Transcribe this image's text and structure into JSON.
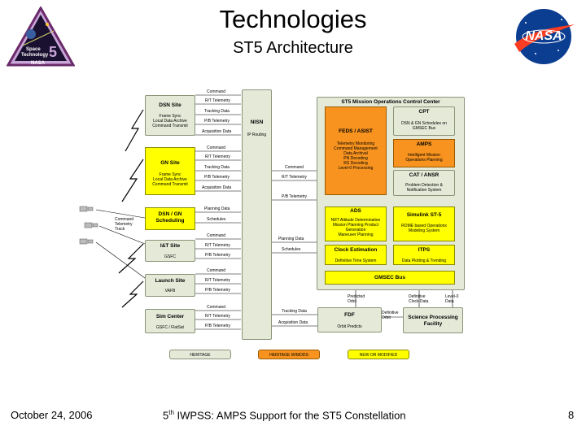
{
  "slide": {
    "title": "Technologies",
    "subtitle": "ST5 Architecture",
    "date": "October 24, 2006",
    "footer_sup": "th",
    "footer_num": "5",
    "footer_text": " IWPSS: AMPS Support for the ST5 Constellation",
    "page_number": "8"
  },
  "logos": {
    "st5_line1": "Space",
    "st5_line2": "Technology",
    "st5_number": "5",
    "st5_agency": "NASA",
    "nasa_text": "NASA"
  },
  "ground": {
    "dsn_site": {
      "title": "DSN Site",
      "lines": [
        "Frame Sync",
        "Local Data Archive",
        "Command Transmit"
      ]
    },
    "gn_site": {
      "title": "GN  Site",
      "lines": [
        "Frame Sync",
        "Local Data Archive",
        "Command Transmit"
      ]
    },
    "dsn_gn_sched": {
      "title": "DSN / GN Scheduling"
    },
    "it_site": {
      "title": "I&T Site",
      "sub": "GSFC"
    },
    "launch_site": {
      "title": "Launch Site",
      "sub": "VAFB"
    },
    "sim_center": {
      "title": "Sim Center",
      "sub": "GSFC / FlatSat"
    }
  },
  "flows": {
    "dsn": [
      "Command",
      "R/T Telemetry",
      "Tracking Data",
      "P/B Telemetry",
      "Acquisition Data"
    ],
    "gn": [
      "Command",
      "R/T Telemetry",
      "Tracking Data",
      "P/B Telemetry",
      "Acquisition Data"
    ],
    "sched": [
      "Planning Data",
      "Schedules",
      "Command"
    ],
    "it": [
      "R/T Telemetry",
      "P/B Telemetry"
    ],
    "launch": [
      "Command",
      "R/T Telemetry",
      "P/B Telemetry"
    ],
    "sim": [
      "Command",
      "R/T Telemetry",
      "P/B Telemetry"
    ],
    "cmd_telemetry_track": "Command\nTelemetry\nTrack",
    "nisn_right": [
      "Command",
      "R/T Telemetry",
      "P/B Telemetry"
    ],
    "nisn_planning": "Planning Data",
    "nisn_schedules": "Schedules",
    "fdf_tracking": "Tracking Data",
    "fdf_acq": "Acquisition Data",
    "predicted_orbit": "Predicted\nOrbit",
    "definitive_clock": "Definitive\nClock Data",
    "level0": "Level-0\nData",
    "definitive_orbit": "Definitive\nOrbit"
  },
  "nisn": {
    "title": "NISN",
    "sub": "IP Routing"
  },
  "moc": {
    "title": "ST5 Mission Operations Control Center",
    "feds": {
      "title": "FEDS / ASIST",
      "lines": [
        "Telemetry Monitoring",
        "Command Management",
        "Data Archival",
        "PN Decoding",
        "RS Decoding",
        "Level-0 Processing"
      ]
    },
    "cpt": {
      "title": "CPT",
      "lines": [
        "DSN & GN Schedules on",
        "GMSEC Bus"
      ]
    },
    "amps": {
      "title": "AMPS",
      "lines": [
        "Intelligent Mission",
        "Operations Planning"
      ]
    },
    "cat": {
      "title": "CAT / ANSR",
      "lines": [
        "Problem Detection &",
        "Notification System"
      ]
    },
    "ads": {
      "title": "ADS",
      "lines": [
        "NRT Attitude Determination",
        "Mission Planning Product",
        "Generation",
        "Maneuver Planning"
      ]
    },
    "simulink": {
      "title": "Simulink ST-5",
      "lines": [
        "ROME based Operations",
        "Modeling System"
      ]
    },
    "clock": {
      "title": "Clock Estimation",
      "lines": [
        "Definitive Time System"
      ]
    },
    "itps": {
      "title": "ITPS",
      "lines": [
        "Data Plotting & Trending"
      ]
    },
    "gmsec": {
      "title": "GMSEC Bus"
    }
  },
  "fdf": {
    "title": "FDF",
    "sub": "Orbit Predicts"
  },
  "science": {
    "title": "Science Processing\nFacility"
  },
  "legend": [
    "HERITAGE",
    "HERITAGE W/MODS",
    "NEW OR MODIFIED"
  ],
  "colors": {
    "heritage": "#e4e9d8",
    "mods": "#f7931e",
    "new": "#ffff00",
    "nasa_blue": "#0b3d91",
    "nasa_red": "#fc3d21",
    "st5_purple": "#6a2a6a"
  }
}
